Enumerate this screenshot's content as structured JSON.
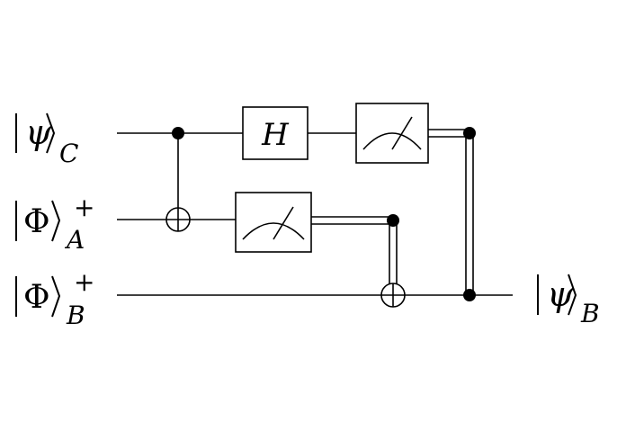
{
  "circuit": {
    "inputs": [
      {
        "ket": "ψ",
        "sub": "C",
        "sup": ""
      },
      {
        "ket": "Φ",
        "sub": "A",
        "sup": "+"
      },
      {
        "ket": "Φ",
        "sub": "B",
        "sup": "+"
      }
    ],
    "output": {
      "ket": "ψ",
      "sub": "B"
    },
    "gates": {
      "hadamard_label": "H"
    },
    "colors": {
      "stroke": "#000000",
      "background": "#ffffff"
    }
  }
}
